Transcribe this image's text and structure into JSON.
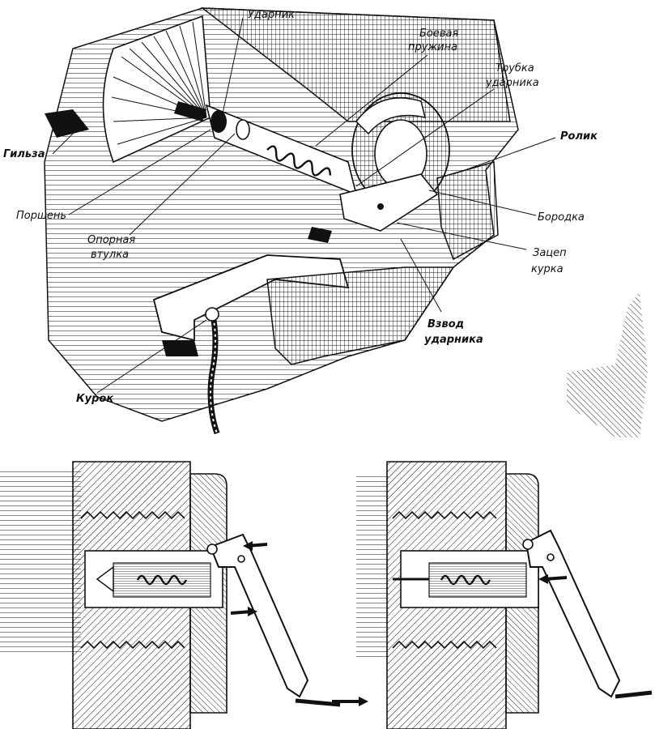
{
  "labels": {
    "udarnik": "Ударник",
    "boevaya_1": "Боевая",
    "boevaya_2": "пружина",
    "trubka_1": "Трубка",
    "trubka_2": "ударника",
    "rolik": "Ролик",
    "gilza": "Гильза",
    "porshen": "Поршень",
    "opornaya_1": "Опорная",
    "opornaya_2": "втулка",
    "borodka": "Бородка",
    "zatsep_1": "Зацеп",
    "zatsep_2": "курка",
    "vzvod_1": "Взвод",
    "vzvod_2": "ударника",
    "kurok": "Курок"
  },
  "colors": {
    "ink": "#111111",
    "paper": "#ffffff"
  }
}
